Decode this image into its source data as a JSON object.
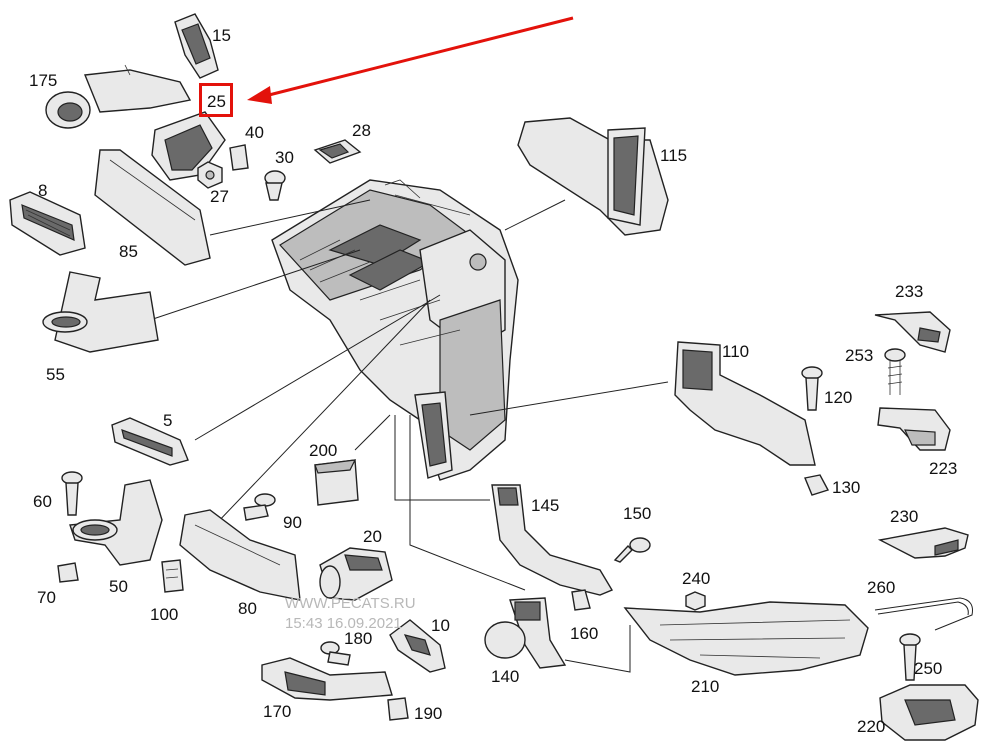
{
  "labels": {
    "p15": "15",
    "p175": "175",
    "p25": "25",
    "p40": "40",
    "p28": "28",
    "p30": "30",
    "p27": "27",
    "p8": "8",
    "p85": "85",
    "p115": "115",
    "p55": "55",
    "p233": "233",
    "p253": "253",
    "p110": "110",
    "p120": "120",
    "p223": "223",
    "p5": "5",
    "p200": "200",
    "p130": "130",
    "p145": "145",
    "p60": "60",
    "p90": "90",
    "p150": "150",
    "p230": "230",
    "p20": "20",
    "p240": "240",
    "p50": "50",
    "p70": "70",
    "p100": "100",
    "p80": "80",
    "p260": "260",
    "p10": "10",
    "p180": "180",
    "p160": "160",
    "p250": "250",
    "p140": "140",
    "p210": "210",
    "p170": "170",
    "p190": "190",
    "p220": "220"
  },
  "watermark": {
    "line1": "WWW.PECATS.RU",
    "line2": "15:43 16.09.2021"
  },
  "highlight": {
    "target_label": "25",
    "color": "#e3120b"
  }
}
